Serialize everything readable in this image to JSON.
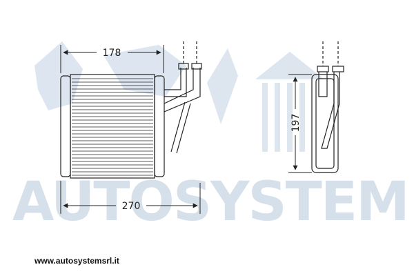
{
  "watermark": {
    "text": "AUTOSYSTEM",
    "color": "#c9d6e4"
  },
  "drawing": {
    "line_color": "#222222",
    "dimension_width_top": "178",
    "dimension_width_bottom": "270",
    "dimension_height_side": "197"
  },
  "footer": {
    "url": "www.autosystemsrl.it"
  }
}
